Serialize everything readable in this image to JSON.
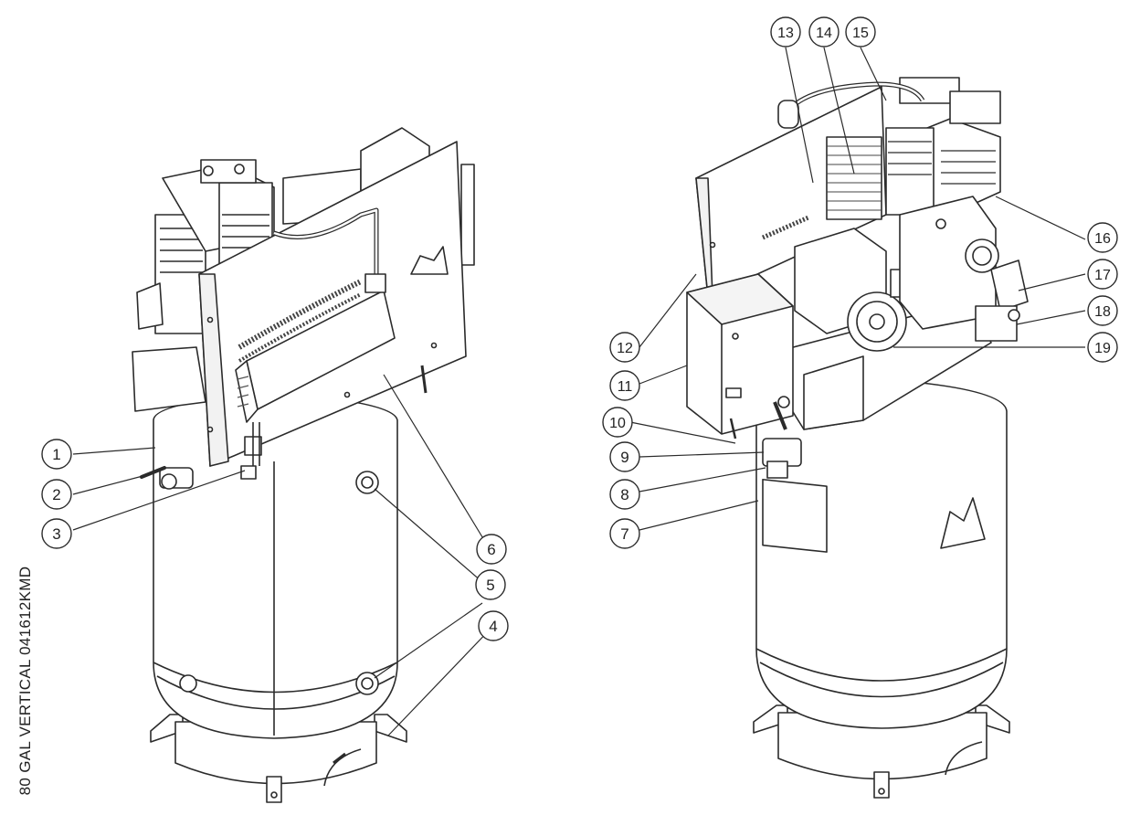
{
  "drawing_label": "80 GAL VERTICAL 041612KMD",
  "callouts": {
    "c1": "1",
    "c2": "2",
    "c3": "3",
    "c4": "4",
    "c5a": "5",
    "c5b": "5",
    "c6": "6",
    "c7": "7",
    "c8": "8",
    "c9": "9",
    "c10": "10",
    "c11": "11",
    "c12": "12",
    "c13": "13",
    "c14": "14",
    "c15": "15",
    "c16": "16",
    "c17": "17",
    "c18": "18",
    "c19": "19"
  },
  "colors": {
    "line": "#2b2b2b",
    "fill": "#ffffff",
    "shade": "#e9e9e9",
    "dark": "#555555"
  }
}
